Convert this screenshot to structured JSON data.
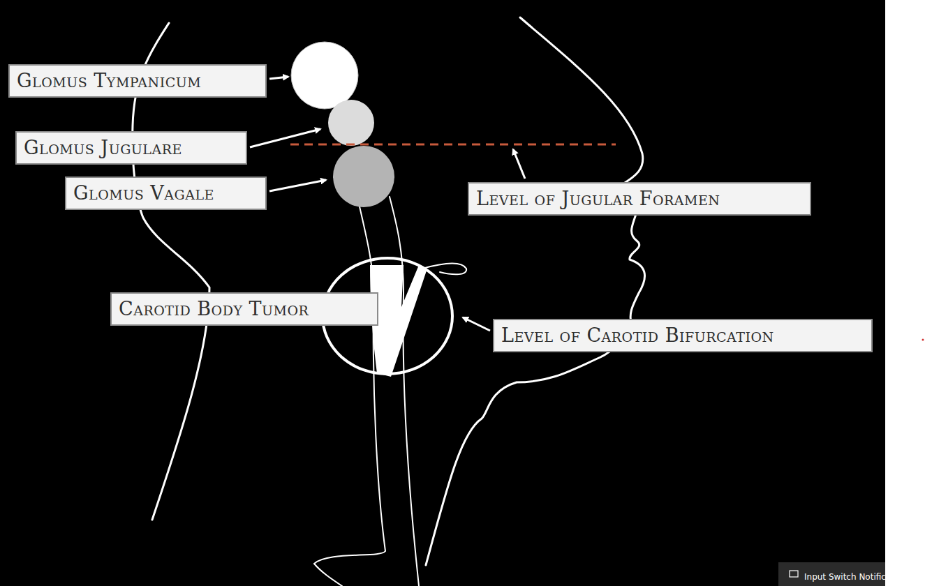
{
  "diagram": {
    "nodes": [
      {
        "text": [
          "Glomus Tympanicum"
        ]
      },
      {
        "text": [
          "Glomus Jugulare"
        ]
      },
      {
        "text": [
          "Glomus Vagale"
        ]
      },
      {
        "text": [
          "Level of Jugular Foramen"
        ]
      },
      {
        "text": [
          "Carotid Body Tumor"
        ]
      },
      {
        "text": [
          "Level of Carotid Bifurcation"
        ]
      }
    ],
    "labels": [
      "Input Switch Notificat"
    ]
  }
}
